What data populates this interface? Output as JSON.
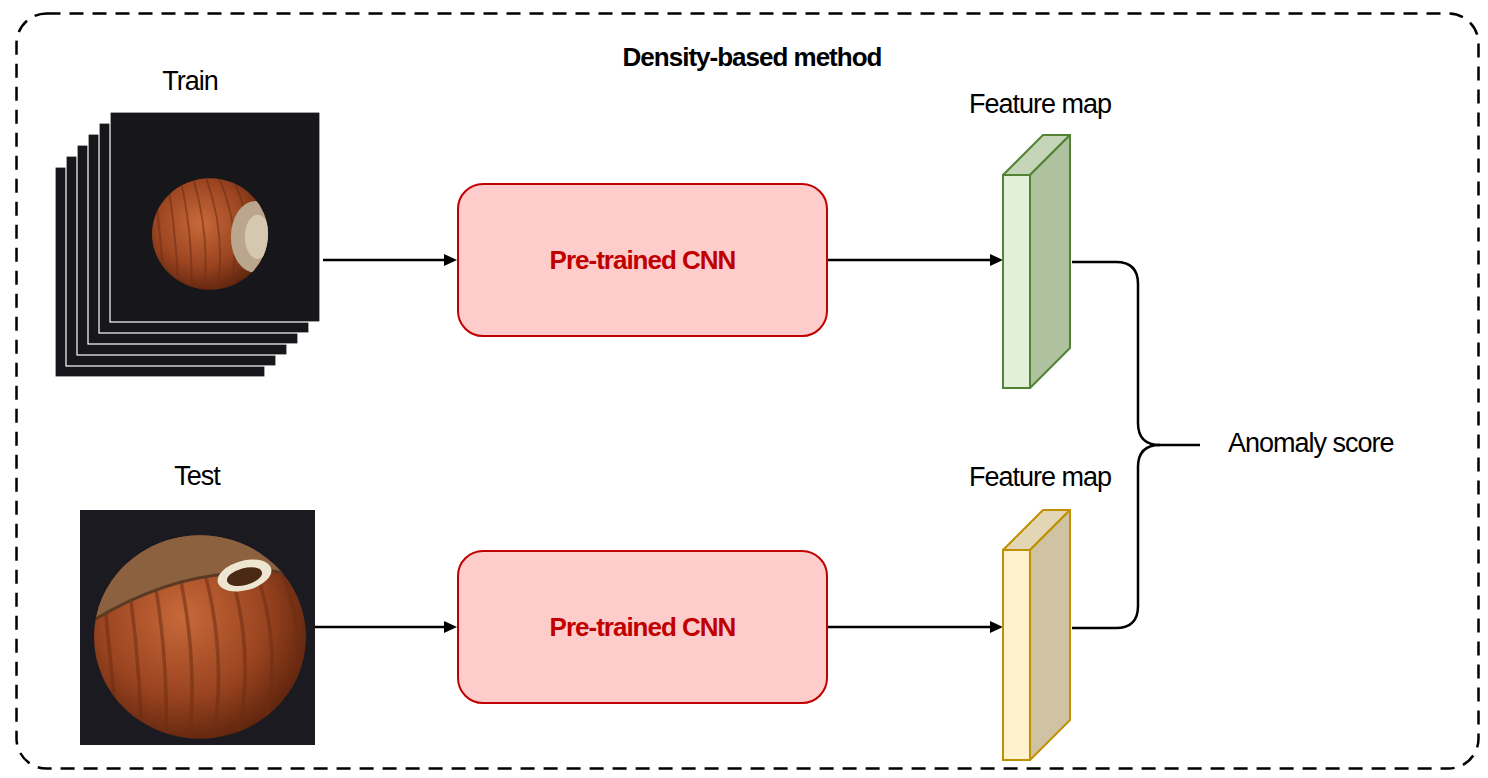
{
  "diagram": {
    "nodes": [
      {
        "text": [
          "Density-based method"
        ]
      },
      {
        "text": [
          "Train"
        ],
        "in": 0
      },
      {
        "text": [
          "Pre-trained CNN"
        ],
        "in": 0
      },
      {
        "text": [
          "Feature map"
        ],
        "in": 0
      },
      {
        "text": [
          "Test"
        ],
        "in": 0
      },
      {
        "text": [
          "Pre-trained CNN"
        ],
        "in": 0
      },
      {
        "text": [
          "Feature map"
        ],
        "in": 0
      }
    ],
    "edges": [
      {
        "from": 1,
        "to": 2,
        "arrow": "to"
      },
      {
        "from": 2,
        "to": 3,
        "arrow": "to"
      },
      {
        "from": 4,
        "to": 5,
        "arrow": "to"
      },
      {
        "from": 5,
        "to": 6,
        "arrow": "to"
      }
    ],
    "labels": [
      "Anomaly score"
    ]
  }
}
